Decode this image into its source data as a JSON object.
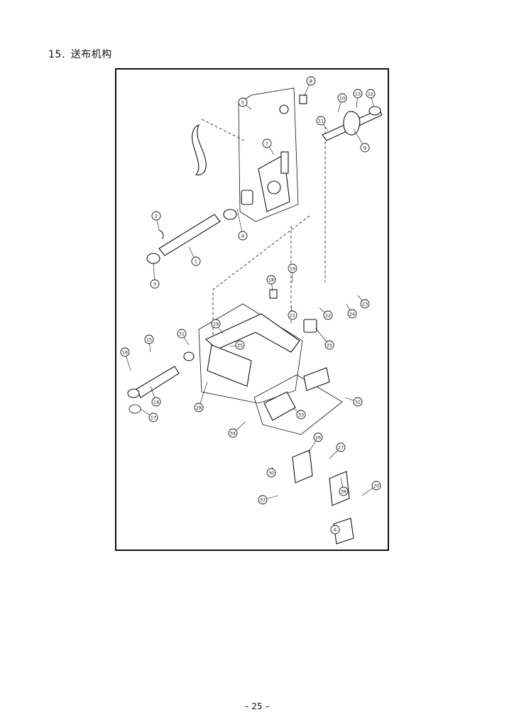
{
  "section": {
    "number": "15.",
    "title": "送布机构"
  },
  "page_number": "– 25 –",
  "callouts": [
    "1",
    "2",
    "3",
    "4",
    "5",
    "6",
    "7",
    "8",
    "9",
    "10",
    "11",
    "12",
    "13",
    "14",
    "15",
    "16",
    "17",
    "18",
    "19",
    "20",
    "21",
    "22",
    "23",
    "24",
    "25",
    "26",
    "27",
    "28",
    "29",
    "30",
    "31",
    "32",
    "33",
    "34",
    "35",
    "36",
    "37"
  ]
}
